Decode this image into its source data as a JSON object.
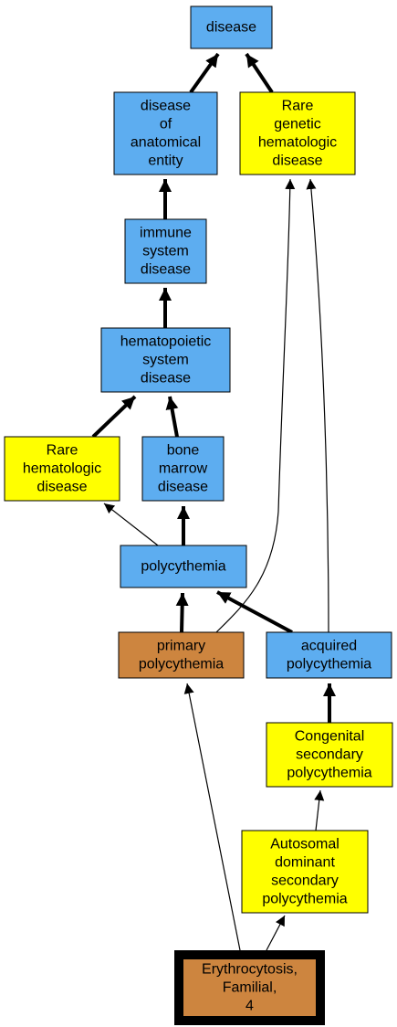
{
  "colors": {
    "blue": "#5DADF0",
    "yellow": "#FFFF00",
    "brown": "#CD853F",
    "edge": "#000000",
    "background": "#FFFFFF"
  },
  "nodes": [
    {
      "id": "disease",
      "lines": [
        "disease"
      ],
      "color": "blue"
    },
    {
      "id": "disease-of-anatomical-entity",
      "lines": [
        "disease",
        "of",
        "anatomical",
        "entity"
      ],
      "color": "blue"
    },
    {
      "id": "rare-genetic-hematologic-disease",
      "lines": [
        "Rare",
        "genetic",
        "hematologic",
        "disease"
      ],
      "color": "yellow"
    },
    {
      "id": "immune-system-disease",
      "lines": [
        "immune",
        "system",
        "disease"
      ],
      "color": "blue"
    },
    {
      "id": "hematopoietic-system-disease",
      "lines": [
        "hematopoietic",
        "system",
        "disease"
      ],
      "color": "blue"
    },
    {
      "id": "rare-hematologic-disease",
      "lines": [
        "Rare",
        "hematologic",
        "disease"
      ],
      "color": "yellow"
    },
    {
      "id": "bone-marrow-disease",
      "lines": [
        "bone",
        "marrow",
        "disease"
      ],
      "color": "blue"
    },
    {
      "id": "polycythemia",
      "lines": [
        "polycythemia"
      ],
      "color": "blue"
    },
    {
      "id": "primary-polycythemia",
      "lines": [
        "primary",
        "polycythemia"
      ],
      "color": "brown"
    },
    {
      "id": "acquired-polycythemia",
      "lines": [
        "acquired",
        "polycythemia"
      ],
      "color": "blue"
    },
    {
      "id": "congenital-secondary-polycythemia",
      "lines": [
        "Congenital",
        "secondary",
        "polycythemia"
      ],
      "color": "yellow"
    },
    {
      "id": "autosomal-dominant-secondary-polycythemia",
      "lines": [
        "Autosomal",
        "dominant",
        "secondary",
        "polycythemia"
      ],
      "color": "yellow"
    },
    {
      "id": "erythrocytosis-familial-4",
      "lines": [
        "Erythrocytosis,",
        "Familial,",
        "4"
      ],
      "color": "brown",
      "highlight": true
    }
  ],
  "edges": [
    {
      "from": "disease-of-anatomical-entity",
      "to": "disease",
      "weight": "bold"
    },
    {
      "from": "rare-genetic-hematologic-disease",
      "to": "disease",
      "weight": "bold"
    },
    {
      "from": "immune-system-disease",
      "to": "disease-of-anatomical-entity",
      "weight": "bold"
    },
    {
      "from": "hematopoietic-system-disease",
      "to": "immune-system-disease",
      "weight": "bold"
    },
    {
      "from": "rare-hematologic-disease",
      "to": "hematopoietic-system-disease",
      "weight": "bold"
    },
    {
      "from": "bone-marrow-disease",
      "to": "hematopoietic-system-disease",
      "weight": "bold"
    },
    {
      "from": "polycythemia",
      "to": "rare-hematologic-disease",
      "weight": "thin"
    },
    {
      "from": "polycythemia",
      "to": "bone-marrow-disease",
      "weight": "bold"
    },
    {
      "from": "primary-polycythemia",
      "to": "polycythemia",
      "weight": "bold"
    },
    {
      "from": "acquired-polycythemia",
      "to": "polycythemia",
      "weight": "bold"
    },
    {
      "from": "primary-polycythemia",
      "to": "rare-genetic-hematologic-disease",
      "weight": "thin"
    },
    {
      "from": "acquired-polycythemia",
      "to": "rare-genetic-hematologic-disease",
      "weight": "thin"
    },
    {
      "from": "congenital-secondary-polycythemia",
      "to": "acquired-polycythemia",
      "weight": "bold"
    },
    {
      "from": "autosomal-dominant-secondary-polycythemia",
      "to": "congenital-secondary-polycythemia",
      "weight": "thin"
    },
    {
      "from": "erythrocytosis-familial-4",
      "to": "primary-polycythemia",
      "weight": "thin"
    },
    {
      "from": "erythrocytosis-familial-4",
      "to": "autosomal-dominant-secondary-polycythemia",
      "weight": "thin"
    }
  ]
}
